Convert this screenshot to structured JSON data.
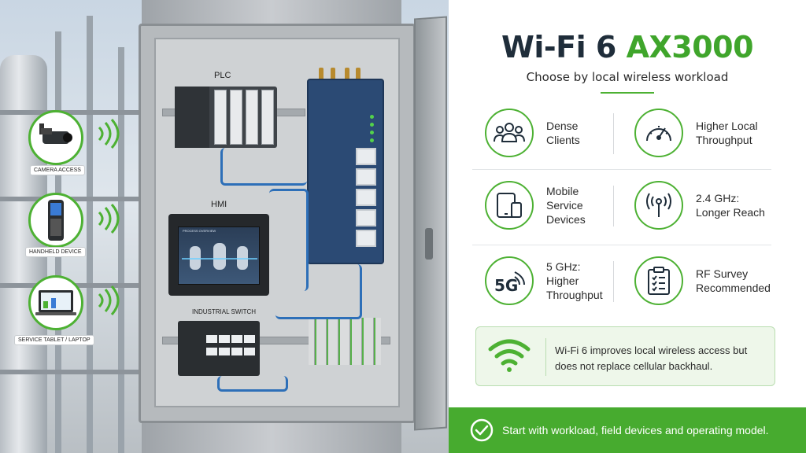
{
  "scene": {
    "labels": {
      "plc": "PLC",
      "hmi": "HMI",
      "hmi_screen_title": "PROCESS OVERVIEW",
      "industrial_switch": "INDUSTRIAL SWITCH"
    },
    "devices": [
      {
        "label": "CAMERA ACCESS",
        "icon": "camera-icon"
      },
      {
        "label": "HANDHELD DEVICE",
        "icon": "handheld-scanner-icon"
      },
      {
        "label": "SERVICE TABLET / LAPTOP",
        "icon": "tablet-laptop-icon"
      }
    ]
  },
  "header": {
    "title_main": "Wi-Fi 6 ",
    "title_accent": "AX3000",
    "subtitle": "Choose by local wireless workload"
  },
  "features": [
    {
      "label": "Dense\nClients",
      "icon": "users-group-icon"
    },
    {
      "label": "Higher Local\nThroughput",
      "icon": "speedometer-icon"
    },
    {
      "label": "Mobile\nService\nDevices",
      "icon": "tablet-phone-icon"
    },
    {
      "label": "2.4 GHz:\nLonger Reach",
      "icon": "antenna-signal-icon"
    },
    {
      "label": "5 GHz:\nHigher\nThroughput",
      "icon": "5g-signal-icon"
    },
    {
      "label": "RF Survey\nRecommended",
      "icon": "clipboard-checklist-icon"
    }
  ],
  "note": {
    "text": "Wi-Fi 6 improves local wireless access but does not replace cellular backhaul.",
    "icon": "wifi-icon"
  },
  "footer": {
    "text": "Start with workload, field devices and operating model.",
    "icon": "check-circle-icon"
  },
  "colors": {
    "accent_green": "#4db133",
    "title_dark": "#1f2d3a",
    "footer_green": "#47ab2f",
    "note_bg": "#eef7ea"
  }
}
